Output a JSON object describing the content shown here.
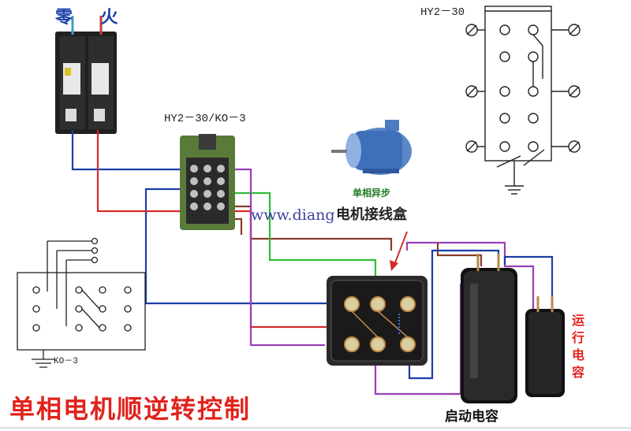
{
  "header": {
    "zero_fire_label": "零 火"
  },
  "switch_top": {
    "model": "HY2－30"
  },
  "switch_mid": {
    "model": "HY2－30/KO－3"
  },
  "motor": {
    "name": "单相异步"
  },
  "junction_box": {
    "name": "电机接线盒"
  },
  "watermark": "www.diang",
  "ko3_diagram": {
    "label": "KO－3"
  },
  "title": "单相电机顺逆转控制",
  "start_capacitor": {
    "label": "启动电容"
  },
  "run_capacitor": {
    "label": "运行电容"
  },
  "colors": {
    "title": "#e0231c",
    "neutral_wire": "#1a3fa8",
    "live_wire": "#d42a2a",
    "green_wire": "#2fbf3a",
    "purple_wire": "#9a3fb5",
    "brown_wire": "#8a3b2a"
  }
}
